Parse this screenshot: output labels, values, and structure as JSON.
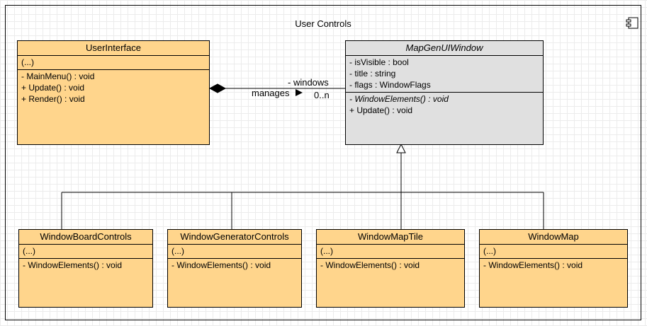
{
  "frame": {
    "title": "User Controls",
    "icon": "component-icon"
  },
  "classes": {
    "user_interface": {
      "name": "UserInterface",
      "attrs": [
        "(...)"
      ],
      "ops": [
        "- MainMenu() : void",
        "+ Update() : void",
        "+ Render() : void"
      ]
    },
    "map_gen_ui_window": {
      "name": "MapGenUIWindow",
      "attrs": [
        "- isVisible : bool",
        "- title : string",
        "- flags : WindowFlags"
      ],
      "ops": [
        "- WindowElements() : void",
        "+ Update() : void"
      ]
    },
    "window_board_controls": {
      "name": "WindowBoardControls",
      "attrs": [
        "(...)"
      ],
      "ops": [
        "- WindowElements() : void"
      ]
    },
    "window_generator_controls": {
      "name": "WindowGeneratorControls",
      "attrs": [
        "(...)"
      ],
      "ops": [
        "- WindowElements() : void"
      ]
    },
    "window_map_tile": {
      "name": "WindowMapTile",
      "attrs": [
        "(...)"
      ],
      "ops": [
        "- WindowElements() : void"
      ]
    },
    "window_map": {
      "name": "WindowMap",
      "attrs": [
        "(...)"
      ],
      "ops": [
        "- WindowElements() : void"
      ]
    }
  },
  "association": {
    "role": "- windows",
    "label": "manages",
    "multiplicity": "0..n"
  },
  "colors": {
    "class_fill": "#ffd58c",
    "abstract_fill": "#e0e0e0",
    "line": "#000000"
  }
}
